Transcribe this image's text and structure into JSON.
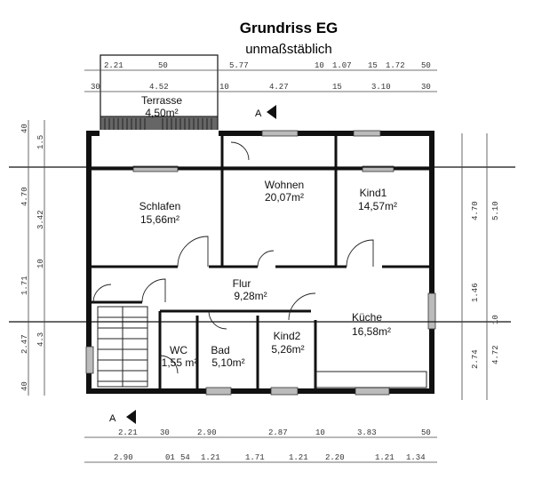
{
  "title": "Grundriss EG",
  "subtitle": "unmaßstäblich",
  "section_marker": "A",
  "rooms": [
    {
      "name": "Terrasse",
      "area": "4,50m²"
    },
    {
      "name": "Schlafen",
      "area": "15,66m²"
    },
    {
      "name": "Wohnen",
      "area": "20,07m²"
    },
    {
      "name": "Kind1",
      "area": "14,57m²"
    },
    {
      "name": "Flur",
      "area": "9,28m²"
    },
    {
      "name": "Küche",
      "area": "16,58m²"
    },
    {
      "name": "WC",
      "area": "1,55 m²"
    },
    {
      "name": "Bad",
      "area": "5,10m²"
    },
    {
      "name": "Kind2",
      "area": "5,26m²"
    }
  ],
  "dims_top1": [
    "2.21",
    "50",
    "5.77",
    "10",
    "1.07",
    "15",
    "1.72",
    "50"
  ],
  "dims_top2": [
    "30",
    "4.52",
    "10",
    "4.27",
    "15",
    "3.10",
    "30"
  ],
  "dims_bottom1": [
    "2.21",
    "30",
    "2.90",
    "2.87",
    "10",
    "3.83",
    "50"
  ],
  "dims_bottom2": [
    "2.90",
    "01",
    "54",
    "1.21",
    "1.71",
    "1.21",
    "2.20",
    "1.21",
    "1.34"
  ],
  "dims_left": [
    "40",
    "1.5",
    "4.70",
    "3.42",
    "1.71",
    "10",
    "2.47",
    "4.3",
    "40"
  ],
  "dims_right": [
    "4.70",
    "5.10",
    "1.46",
    "10",
    "2.74",
    "4.72"
  ]
}
